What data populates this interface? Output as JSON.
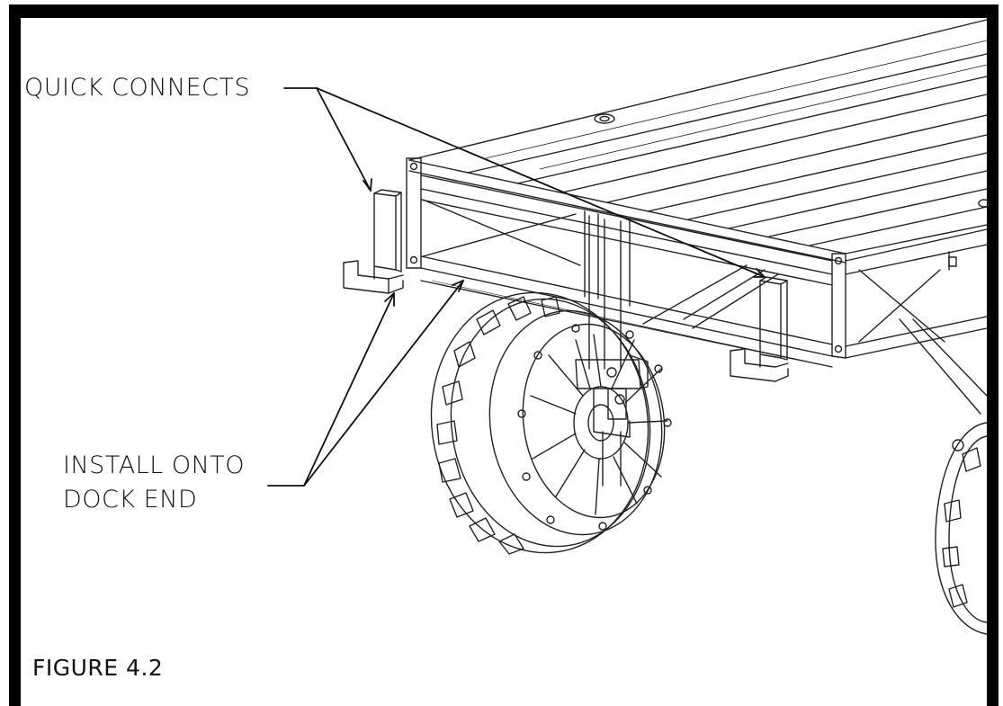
{
  "labels": {
    "quick_connects": "QUICK CONNECTS",
    "install_line1": "INSTALL ONTO",
    "install_line2": "DOCK END",
    "figure": "FIGURE 4.2"
  },
  "colors": {
    "ink": "#111111",
    "paper": "#ffffff"
  }
}
